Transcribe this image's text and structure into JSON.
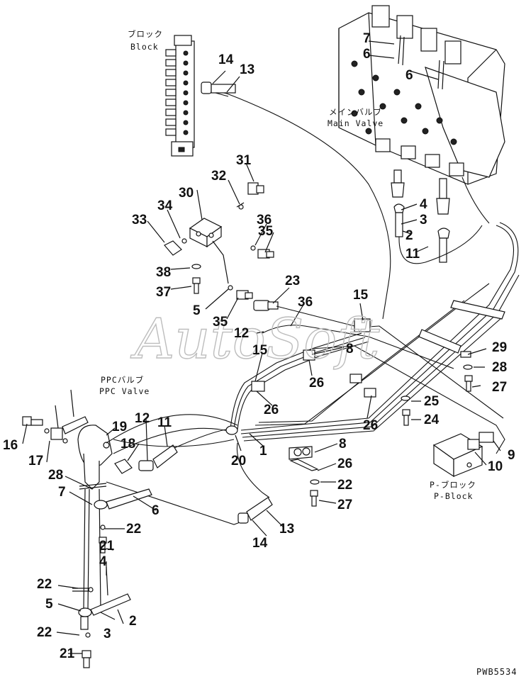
{
  "labels": {
    "block_jp": "ブロック",
    "block_en": "Block",
    "main_valve_jp": "メインバルブ",
    "main_valve_en": "Main Valve",
    "ppc_valve_jp": "PPCバルブ",
    "ppc_valve_en": "PPC Valve",
    "p_block_jp": "P-ブロック",
    "p_block_en": "P-Block",
    "drawing_code": "PWB5534",
    "watermark": "AutoSoft"
  },
  "callouts": [
    "14",
    "13",
    "7",
    "6",
    "6",
    "31",
    "32",
    "30",
    "34",
    "33",
    "36",
    "35",
    "38",
    "37",
    "5",
    "4",
    "3",
    "2",
    "11",
    "23",
    "15",
    "36",
    "35",
    "12",
    "15",
    "8",
    "29",
    "28",
    "26",
    "26",
    "27",
    "25",
    "24",
    "26",
    "9",
    "10",
    "19",
    "12",
    "11",
    "16",
    "17",
    "18",
    "20",
    "1",
    "8",
    "26",
    "22",
    "28",
    "7",
    "27",
    "6",
    "13",
    "14",
    "22",
    "21",
    "4",
    "22",
    "5",
    "3",
    "2",
    "22",
    "21",
    "10",
    "9"
  ]
}
